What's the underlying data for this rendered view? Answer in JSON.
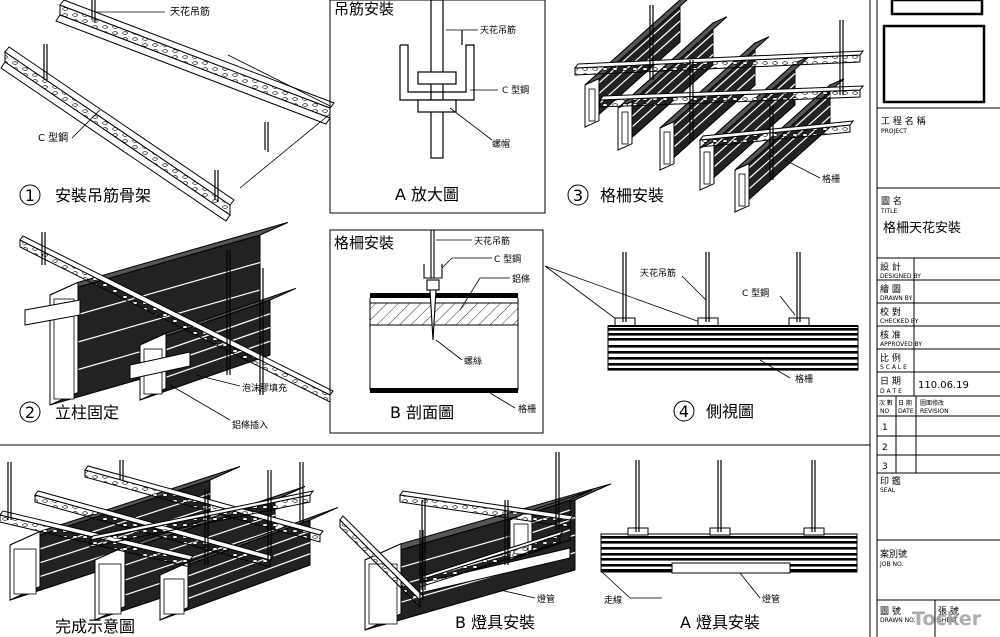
{
  "sheet": {
    "panel1": {
      "num": "1",
      "caption": "安裝吊筋骨架",
      "label_rod": "天花吊筋",
      "label_c": "C 型鋼"
    },
    "panel_a": {
      "title": "吊筋安裝",
      "label_rod": "天花吊筋",
      "label_c": "C 型鋼",
      "label_nut": "螺帽",
      "caption": "A   放大圖"
    },
    "panel3": {
      "num": "3",
      "caption": "格柵安裝",
      "label_grille": "格柵"
    },
    "panel2": {
      "num": "2",
      "caption": "立柱固定",
      "label_foam": "泡沫膠填充",
      "label_al": "鋁條插入"
    },
    "panel_b": {
      "title": "格柵安裝",
      "label_rod": "天花吊筋",
      "label_c": "C 型鋼",
      "label_al": "鋁條",
      "label_screw": "螺絲",
      "label_grille": "格柵",
      "caption": "B   剖面圖"
    },
    "panel4": {
      "num": "4",
      "caption": "側視圖",
      "label_rod": "天花吊筋",
      "label_c": "C 型鋼",
      "label_grille": "格柵"
    },
    "bottom1": {
      "caption": "完成示意圖"
    },
    "bottom2": {
      "caption": "B   燈具安裝",
      "label_tube": "燈管"
    },
    "bottom3": {
      "caption": "A   燈具安裝",
      "label_line": "走線",
      "label_tube": "燈管"
    }
  },
  "titleblock": {
    "project_cn": "工 程 名 稱",
    "project_en": "PROJECT",
    "title_cn": "圖  名",
    "title_en": "TITLE",
    "title_value": "格柵天花安裝",
    "designed_cn": "設 計",
    "designed_en": "DESIGNED BY",
    "drawn_cn": "繪 圖",
    "drawn_en": "DRAWN  BY",
    "checked_cn": "校 對",
    "checked_en": "CHECKED BY",
    "approved_cn": "核 准",
    "approved_en": "APPROVED BY",
    "scale_cn": "比 例",
    "scale_en": "S C A L E",
    "date_cn": "日 期",
    "date_en": "D A T E",
    "date_value": "110.06.19",
    "rev_no_cn": "次 數",
    "rev_date_cn": "日 期",
    "rev_desc_cn": "圖面修改",
    "rev_no_en": "NO",
    "rev_date_en": "DATE",
    "rev_desc_en": "REVISION",
    "rev_rows": [
      "1",
      "2",
      "3"
    ],
    "seal_cn": "印 鑑",
    "seal_en": "SEAL",
    "job_cn": "案別號",
    "job_en": "JOB NO.",
    "drawn2_cn": "圖 號",
    "drawn2_en": "DRAWN NO.",
    "sheet_cn": "張 號",
    "sheet_en": "SHEET"
  },
  "watermark": "Tocker"
}
